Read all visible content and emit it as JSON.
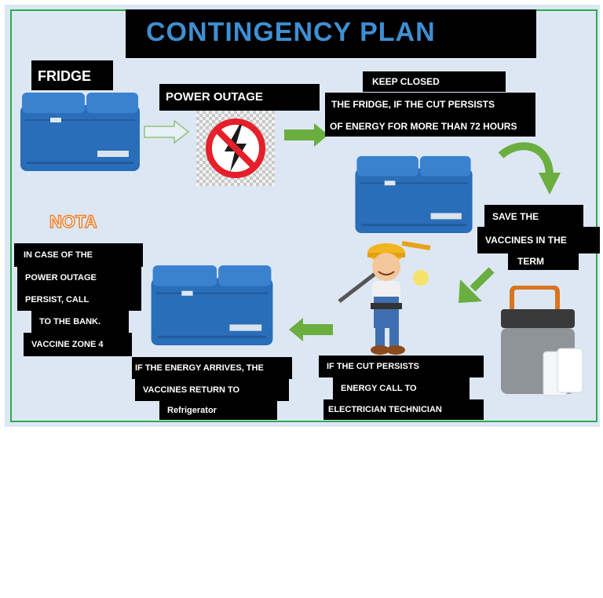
{
  "title": "CONTINGENCY PLAN",
  "nota": "NOTA",
  "fridge_label": "FRIDGE",
  "power_outage_label": "POWER OUTAGE",
  "keep_closed": [
    "KEEP CLOSED",
    "THE FRIDGE, IF THE CUT PERSISTS",
    "OF ENERGY FOR MORE THAN 72 HOURS"
  ],
  "save_vaccines": [
    "SAVE THE",
    "VACCINES IN THE",
    "TERM"
  ],
  "note_lines": [
    "IN CASE OF THE",
    "POWER OUTAGE",
    "PERSIST, CALL",
    "TO THE BANK.",
    "VACCINE ZONE 4"
  ],
  "energy_arrives": [
    "IF THE ENERGY ARRIVES, THE",
    "VACCINES RETURN TO",
    "Refrigerator"
  ],
  "cut_persists": [
    "IF THE CUT PERSISTS",
    "ENERGY CALL TO",
    "ELECTRICIAN TECHNICIAN"
  ],
  "icons": [
    "fridge-cooler-icon",
    "no-power-icon",
    "electrician-icon",
    "portable-cooler-icon",
    "arrow-icon"
  ],
  "colors": {
    "panel": "#dde7f4",
    "frame": "#2eaa4f",
    "title": "#3f8fd3",
    "arrow": "#6aae3f",
    "cooler": "#2a6db8",
    "nota": "#ef7d28"
  }
}
